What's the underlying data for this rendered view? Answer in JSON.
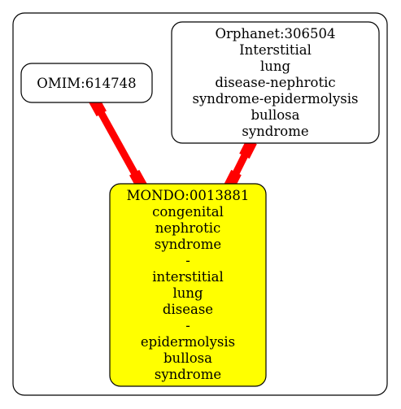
{
  "nodes": {
    "omim": {
      "lines": [
        "OMIM:614748"
      ],
      "fill": "#ffffff"
    },
    "orphanet": {
      "lines": [
        "Orphanet:306504",
        "Interstitial",
        "lung",
        "disease-nephrotic",
        "syndrome-epidermolysis",
        "bullosa",
        "syndrome"
      ],
      "fill": "#ffffff"
    },
    "mondo": {
      "lines": [
        "MONDO:0013881",
        "congenital",
        "nephrotic",
        "syndrome",
        "-",
        "interstitial",
        "lung",
        "disease",
        "-",
        "epidermolysis",
        "bullosa",
        "syndrome"
      ],
      "fill": "#ffff00"
    }
  },
  "edge_color": "#ff0000",
  "edges": [
    {
      "from": "omim",
      "to": "mondo"
    },
    {
      "from": "orphanet",
      "to": "mondo"
    }
  ]
}
